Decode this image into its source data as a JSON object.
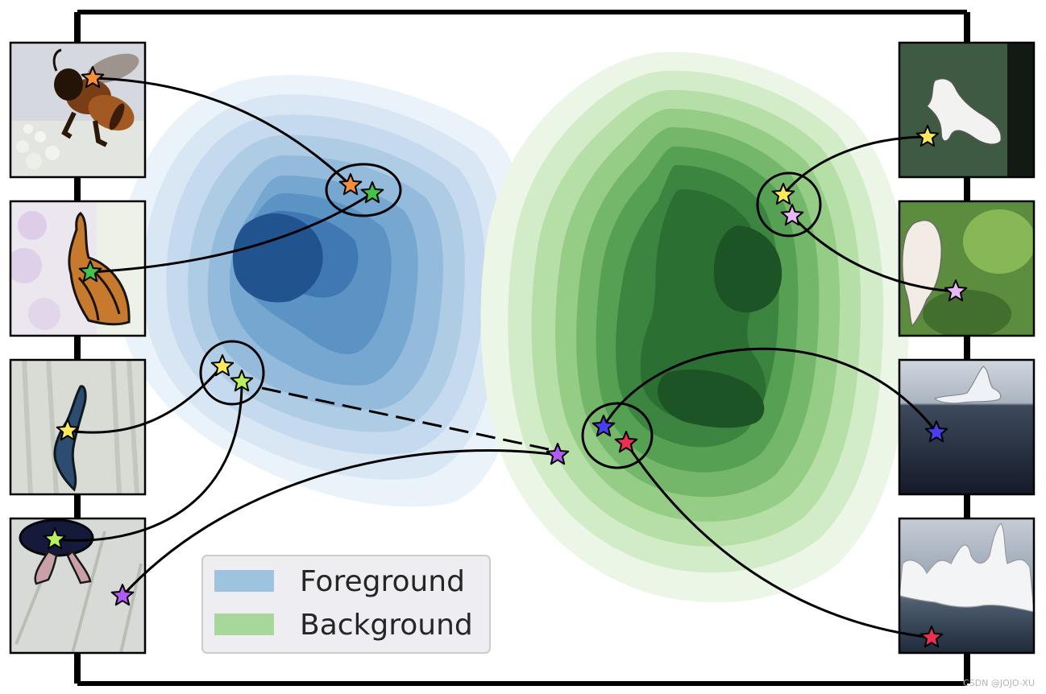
{
  "legend": {
    "items": [
      {
        "label": "Foreground",
        "color": "#9dc3df"
      },
      {
        "label": "Background",
        "color": "#a7d79a"
      }
    ]
  },
  "watermark": "CSDN @JOJO-XU",
  "colors": {
    "blue_levels": [
      "#eaf2fa",
      "#d9e7f4",
      "#c5daee",
      "#aecde5",
      "#94bbdb",
      "#76a7d0",
      "#5b93c5",
      "#3f78b2",
      "#21538f"
    ],
    "green_levels": [
      "#ebf6e6",
      "#d2ecc8",
      "#b6dfa8",
      "#96cd86",
      "#74b76a",
      "#56a054",
      "#3c8541",
      "#2c6f32",
      "#1c5425"
    ],
    "star_orange": "#f58f3a",
    "star_green": "#45c24a",
    "star_yellow": "#ffe85c",
    "star_lime": "#b8f05c",
    "star_purple": "#b35cf5",
    "star_lilac": "#e6b8f7",
    "star_blue": "#4a3ff0",
    "star_red": "#e8304f"
  },
  "thumbnails": {
    "left": [
      "bee-image",
      "butterfly-image",
      "seahorse-image",
      "bird-image"
    ],
    "right": [
      "caterpillar-image",
      "snail-image",
      "iceberg-image",
      "ice-formation-image"
    ]
  }
}
